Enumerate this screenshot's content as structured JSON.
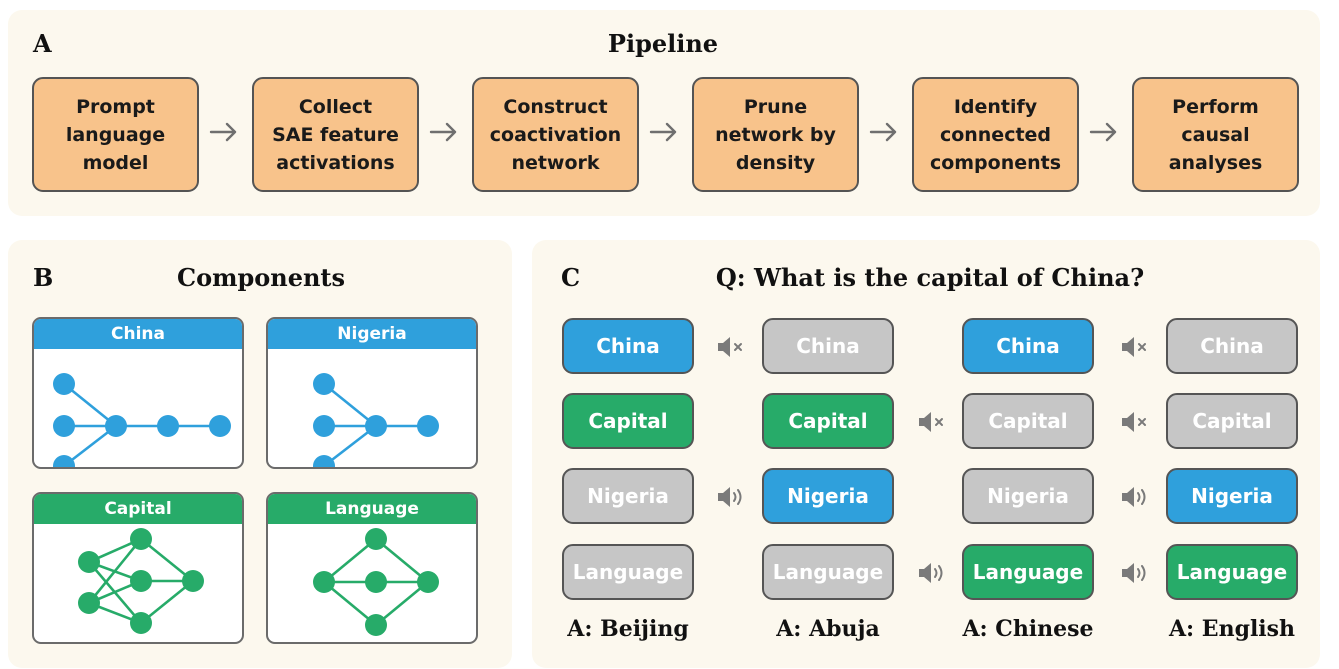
{
  "panel_a": {
    "label": "A",
    "title": "Pipeline",
    "steps": [
      "Prompt\nlanguage\nmodel",
      "Collect\nSAE feature\nactivations",
      "Construct\ncoactivation\nnetwork",
      "Prune\nnetwork by\ndensity",
      "Identify\nconnected\ncomponents",
      "Perform\ncausal\nanalyses"
    ]
  },
  "panel_b": {
    "label": "B",
    "title": "Components",
    "cards": [
      {
        "name": "China",
        "color": "#2fa0dc"
      },
      {
        "name": "Nigeria",
        "color": "#2fa0dc"
      },
      {
        "name": "Capital",
        "color": "#27ab69"
      },
      {
        "name": "Language",
        "color": "#27ab69"
      }
    ]
  },
  "panel_c": {
    "label": "C",
    "question": "Q: What is the capital of China?",
    "colors": {
      "blue": "#2fa0dc",
      "green": "#27ab69",
      "gray": "#c6c6c6"
    },
    "token_labels": [
      "China",
      "Capital",
      "Nigeria",
      "Language"
    ],
    "columns": [
      {
        "answer": "A: Beijing",
        "states": [
          "blue",
          "green",
          "gray",
          "gray"
        ]
      },
      {
        "answer": "A: Abuja",
        "states": [
          "gray",
          "green",
          "blue",
          "gray"
        ]
      },
      {
        "answer": "A: Chinese",
        "states": [
          "blue",
          "gray",
          "gray",
          "green"
        ]
      },
      {
        "answer": "A: English",
        "states": [
          "gray",
          "gray",
          "blue",
          "green"
        ]
      }
    ],
    "speaker_icons": [
      {
        "gap": 0,
        "row": 0,
        "kind": "muted-speaker-icon"
      },
      {
        "gap": 0,
        "row": 2,
        "kind": "speaker-on-icon"
      },
      {
        "gap": 1,
        "row": 1,
        "kind": "muted-speaker-icon"
      },
      {
        "gap": 1,
        "row": 3,
        "kind": "speaker-on-icon"
      },
      {
        "gap": 2,
        "row": 0,
        "kind": "muted-speaker-icon"
      },
      {
        "gap": 2,
        "row": 1,
        "kind": "muted-speaker-icon"
      },
      {
        "gap": 2,
        "row": 2,
        "kind": "speaker-on-icon"
      },
      {
        "gap": 2,
        "row": 3,
        "kind": "speaker-on-icon"
      }
    ]
  }
}
